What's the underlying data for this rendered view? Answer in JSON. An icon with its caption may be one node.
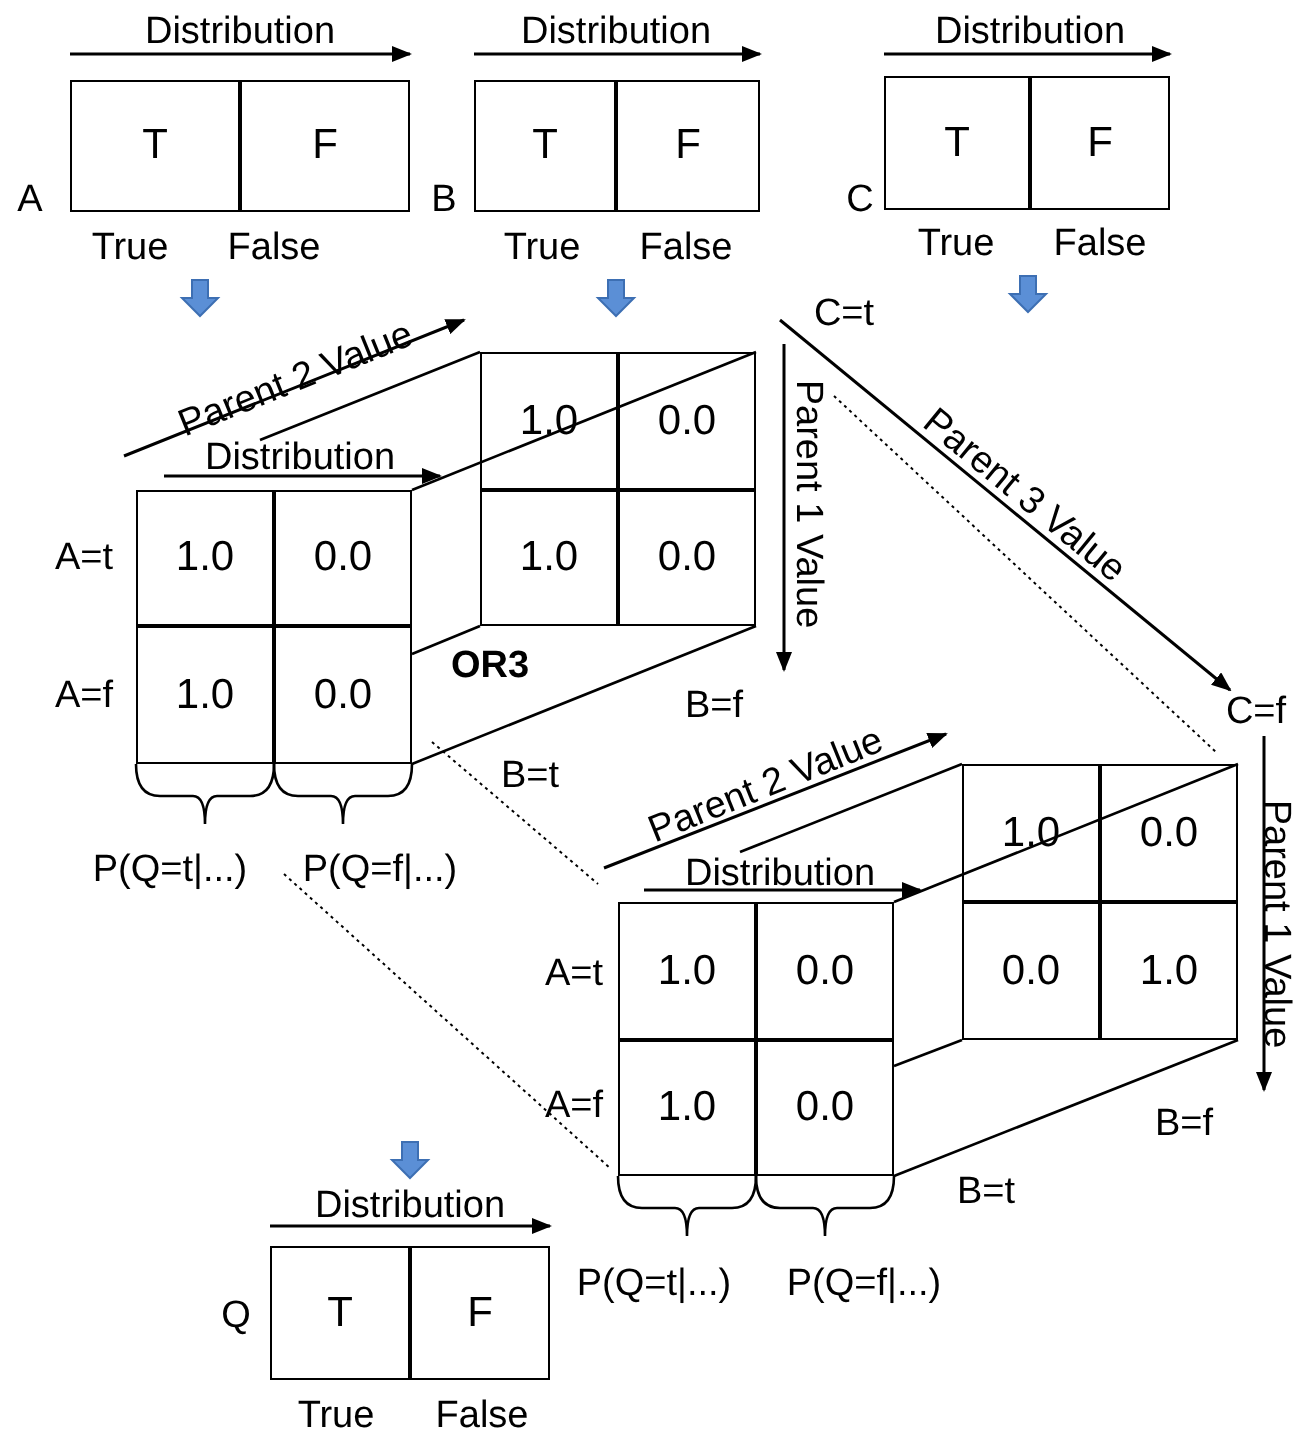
{
  "diagram": {
    "labels": [
      "Distribution",
      "A",
      "T",
      "F",
      "True",
      "False",
      "Distribution",
      "B",
      "T",
      "F",
      "True",
      "False",
      "Distribution",
      "C",
      "T",
      "F",
      "True",
      "False",
      "C=t",
      "Parent 2 Value",
      "Parent 1 Value",
      "Parent 3 Value",
      "1.0",
      "0.0",
      "1.0",
      "0.0",
      "Distribution",
      "A=t",
      "1.0",
      "0.0",
      "A=f",
      "1.0",
      "0.0",
      "OR3",
      "B=f",
      "C=f",
      "B=t",
      "P(Q=t|...)",
      "P(Q=f|...)",
      "Parent 2 Value",
      "1.0",
      "0.0",
      "Distribution",
      "A=t",
      "1.0",
      "0.0",
      "0.0",
      "1.0",
      "Parent 1 Value",
      "A=f",
      "1.0",
      "0.0",
      "B=f",
      "B=t",
      "Distribution",
      "Q",
      "T",
      "F",
      "P(Q=t|...)",
      "P(Q=f|...)",
      "True",
      "False"
    ]
  }
}
